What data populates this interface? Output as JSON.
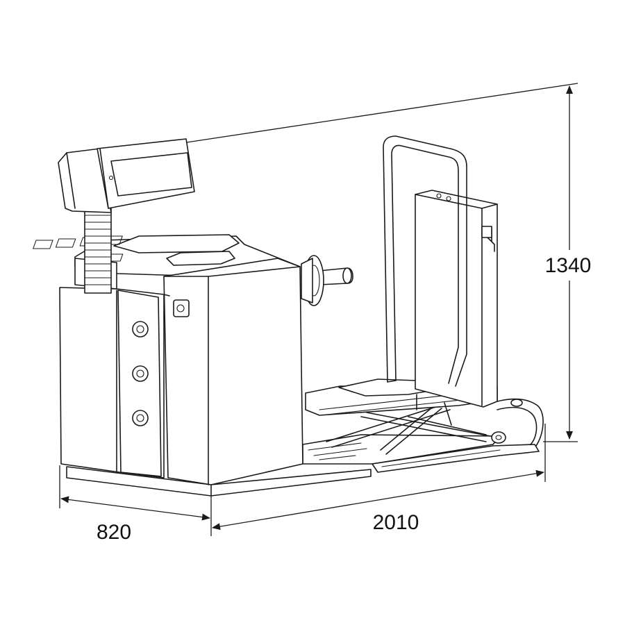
{
  "dimensions": {
    "depth": "820",
    "length": "2010",
    "height": "1340"
  }
}
